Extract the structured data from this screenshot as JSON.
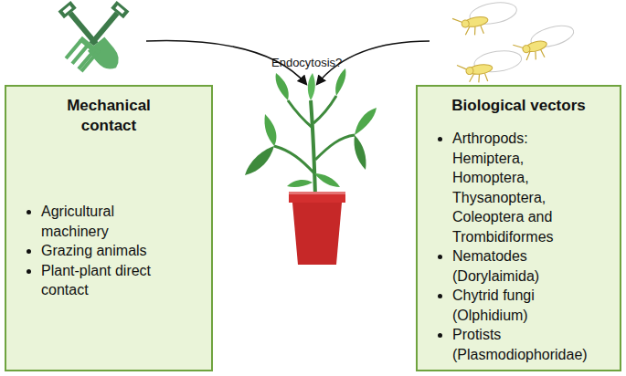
{
  "diagram": {
    "nodes": [
      {
        "text": [
          "Mechanical contact",
          "Agricultural machinery",
          "Grazing animals",
          "Plant-plant direct contact"
        ]
      },
      {
        "text": [
          "Biological vectors",
          "Arthropods: Hemiptera, Homoptera, Thysanoptera, Coleoptera and Trombidiformes",
          "Nematodes (Dorylaimida)",
          "Chytrid fungi (Olphidium)",
          "Protists (Plasmodiophoridae)"
        ]
      }
    ],
    "labels": [
      "Endocytosis?"
    ]
  }
}
